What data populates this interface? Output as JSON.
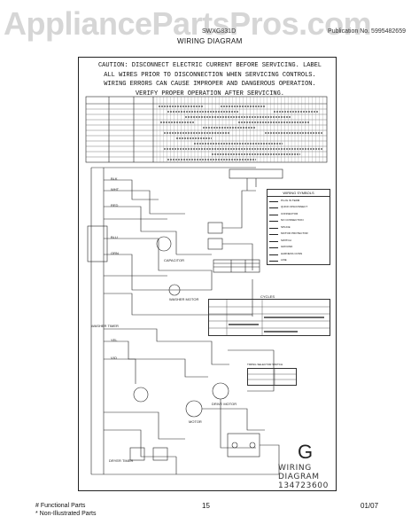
{
  "watermark": "AppliancePartsPros.com",
  "header": {
    "model": "SWXG831D",
    "publication": "Publication No. 5995482659",
    "section_title": "WIRING DIAGRAM"
  },
  "caution": [
    "CAUTION: DISCONNECT ELECTRIC CURRENT BEFORE SERVICING. LABEL",
    "ALL WIRES PRIOR TO DISCONNECTION WHEN SERVICING CONTROLS.",
    "WIRING ERRORS CAN CAUSE IMPROPER AND DANGEROUS OPERATION.",
    "VERIFY PROPER OPERATION AFTER SERVICING."
  ],
  "diagram": {
    "legend_title": "WIRING SYMBOLS",
    "legend_items": [
      "PLUG IN TERM",
      "QUICK DISCONNECT",
      "CONNECTOR",
      "NO CONNECTION",
      "SPLICE",
      "MOTOR PROTECTOR",
      "SWITCH",
      "GROUND",
      "HARNESS CONN",
      "LINE"
    ],
    "cycles_title": "CYCLES",
    "timing_title": "TIMING SELECTOR SWITCH",
    "labels": [
      "WASHER TIMER",
      "DRYER TIMER",
      "WASHER MOTOR",
      "MOTOR",
      "CAPACITOR",
      "DRIVE MOTOR",
      "BLK",
      "WHT",
      "RED",
      "BLU",
      "ORN",
      "YEL",
      "VIO"
    ],
    "id_letter": "G",
    "id_caption": "WIRING DIAGRAM",
    "id_number": "134723600"
  },
  "footer": {
    "line1": "# Functional Parts",
    "line2": "* Non-Illustrated Parts",
    "page": "15",
    "date": "01/07"
  }
}
